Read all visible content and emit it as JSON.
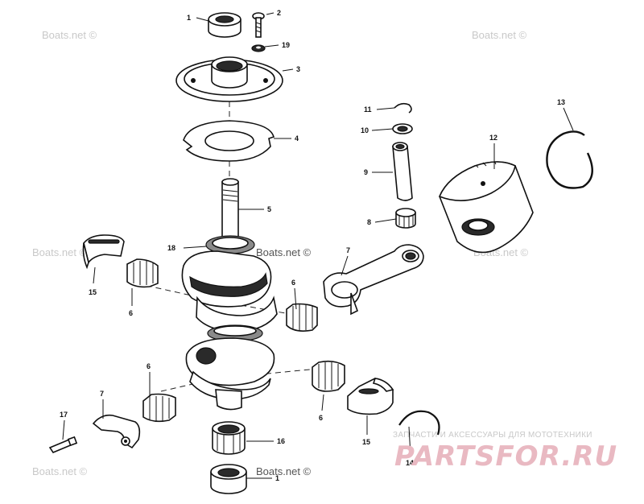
{
  "watermark": "Boats.net ©",
  "brand": {
    "tagline": "ЗАПЧАСТИ И АКСЕССУАРЫ ДЛЯ МОТОТЕХНИКИ",
    "logo": "PARTSFOR.RU"
  },
  "callouts": [
    {
      "id": "c1a",
      "label": "1"
    },
    {
      "id": "c2",
      "label": "2"
    },
    {
      "id": "c19",
      "label": "19"
    },
    {
      "id": "c3",
      "label": "3"
    },
    {
      "id": "c4",
      "label": "4"
    },
    {
      "id": "c5",
      "label": "5"
    },
    {
      "id": "c18",
      "label": "18"
    },
    {
      "id": "c15a",
      "label": "15"
    },
    {
      "id": "c6a",
      "label": "6"
    },
    {
      "id": "c6b",
      "label": "6"
    },
    {
      "id": "c6c",
      "label": "6"
    },
    {
      "id": "c6d",
      "label": "6"
    },
    {
      "id": "c7a",
      "label": "7"
    },
    {
      "id": "c7b",
      "label": "7"
    },
    {
      "id": "c11",
      "label": "11"
    },
    {
      "id": "c10",
      "label": "10"
    },
    {
      "id": "c9",
      "label": "9"
    },
    {
      "id": "c8",
      "label": "8"
    },
    {
      "id": "c12",
      "label": "12"
    },
    {
      "id": "c13",
      "label": "13"
    },
    {
      "id": "c17",
      "label": "17"
    },
    {
      "id": "c16",
      "label": "16"
    },
    {
      "id": "c1b",
      "label": "1"
    },
    {
      "id": "c15b",
      "label": "15"
    },
    {
      "id": "c14",
      "label": "14"
    }
  ]
}
